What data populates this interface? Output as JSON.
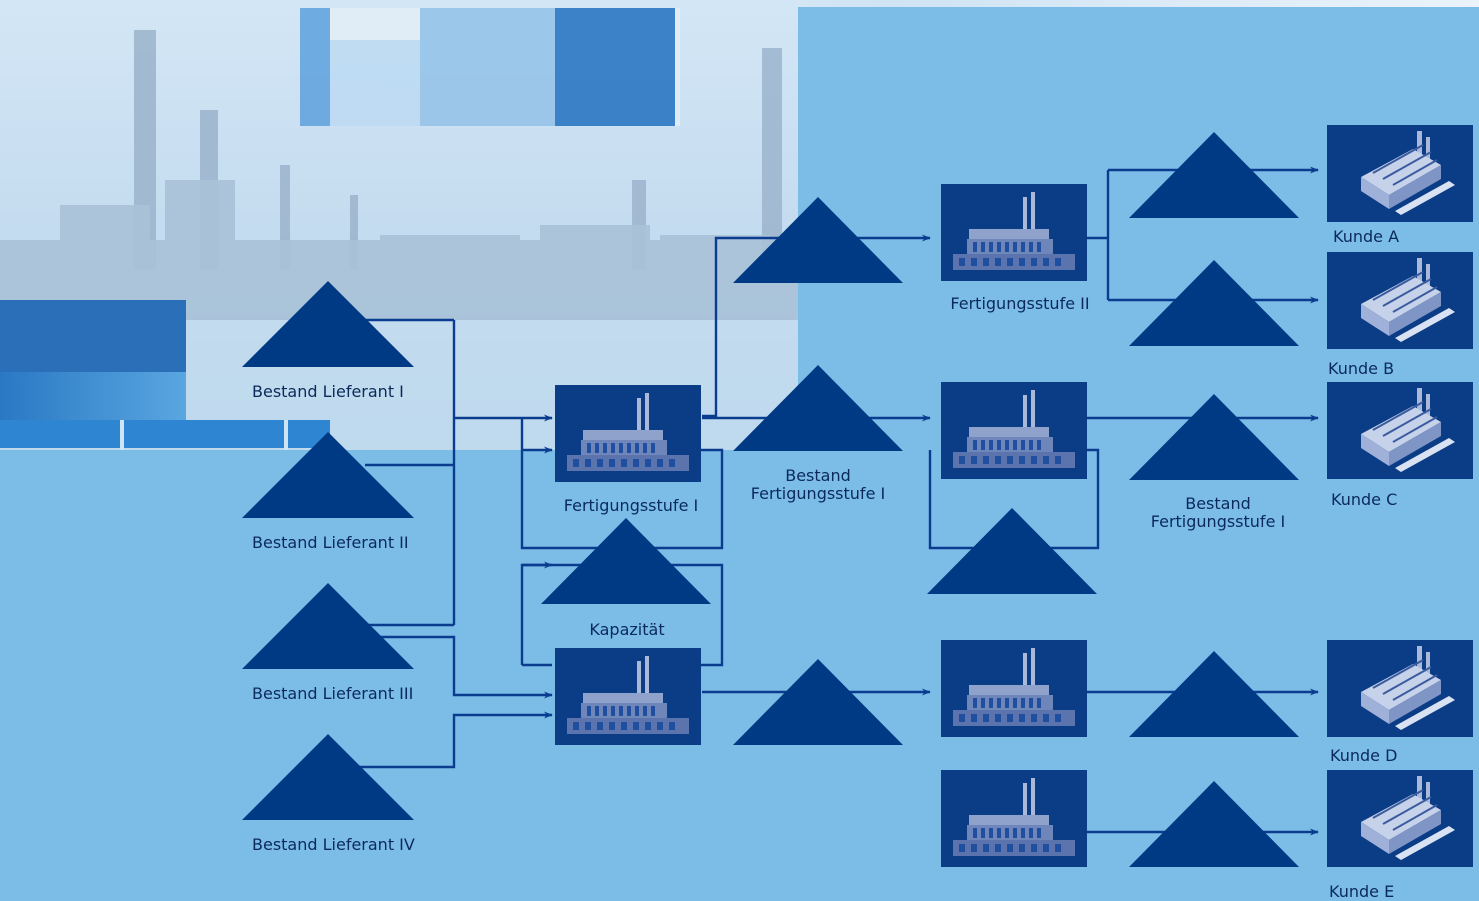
{
  "colors": {
    "background": "#7cbde8",
    "shape_fill": "#003a85",
    "line": "#0a3d8f",
    "label_text": "#0b2a5a"
  },
  "suppliers": [
    {
      "label": "Bestand Lieferant I"
    },
    {
      "label": "Bestand Lieferant II"
    },
    {
      "label": "Bestand Lieferant III"
    },
    {
      "label": "Bestand Lieferant IV"
    }
  ],
  "stages": {
    "stage1": {
      "label": "Fertigungsstufe I"
    },
    "stage2": {
      "label": "Fertigungsstufe II"
    },
    "capacity": {
      "label": "Kapazität"
    }
  },
  "inventories": {
    "stage1_inventory": {
      "line1": "Bestand",
      "line2": "Fertigungsstufe I"
    },
    "stage2_inventory": {
      "line1": "Bestand",
      "line2": "Fertigungsstufe I"
    }
  },
  "customers": [
    {
      "label": "Kunde A"
    },
    {
      "label": "Kunde B"
    },
    {
      "label": "Kunde C"
    },
    {
      "label": "Kunde D"
    },
    {
      "label": "Kunde E"
    }
  ],
  "icons": {
    "inventory": "inventory-triangle-icon",
    "factory": "factory-icon",
    "customer": "customer-factory-icon"
  }
}
